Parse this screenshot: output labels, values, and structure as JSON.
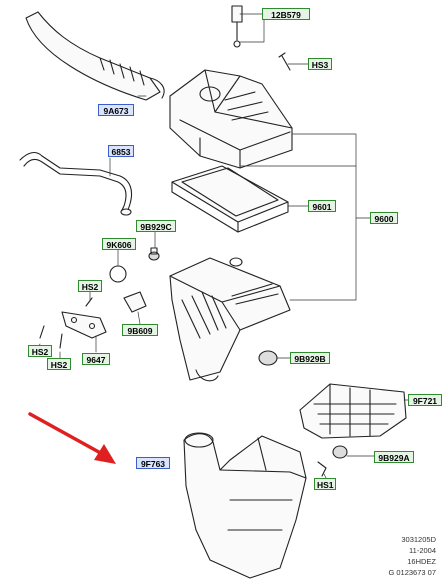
{
  "callouts": {
    "c12B579": "12B579",
    "cHS3": "HS3",
    "c9A673": "9A673",
    "c6853": "6853",
    "c9601": "9601",
    "c9600": "9600",
    "c9B929C": "9B929C",
    "c9K606": "9K606",
    "cHS2a": "HS2",
    "c9B609": "9B609",
    "cHS2b": "HS2",
    "cHS2c": "HS2",
    "c9647": "9647",
    "c9B929B": "9B929B",
    "c9F721": "9F721",
    "c9F763": "9F763",
    "c9B929A": "9B929A",
    "cHS1": "HS1"
  },
  "footer": {
    "line1": "3031205D",
    "line2": "11-2004",
    "line3": "16HDEZ",
    "line4": "G 0123673 07"
  },
  "colors": {
    "callout_border": "#2e8b2e",
    "callout_fill": "#e6f4e6",
    "highlight_border": "#3a5fcd",
    "highlight_fill": "#dbe4ff",
    "arrow": "#e02020"
  }
}
